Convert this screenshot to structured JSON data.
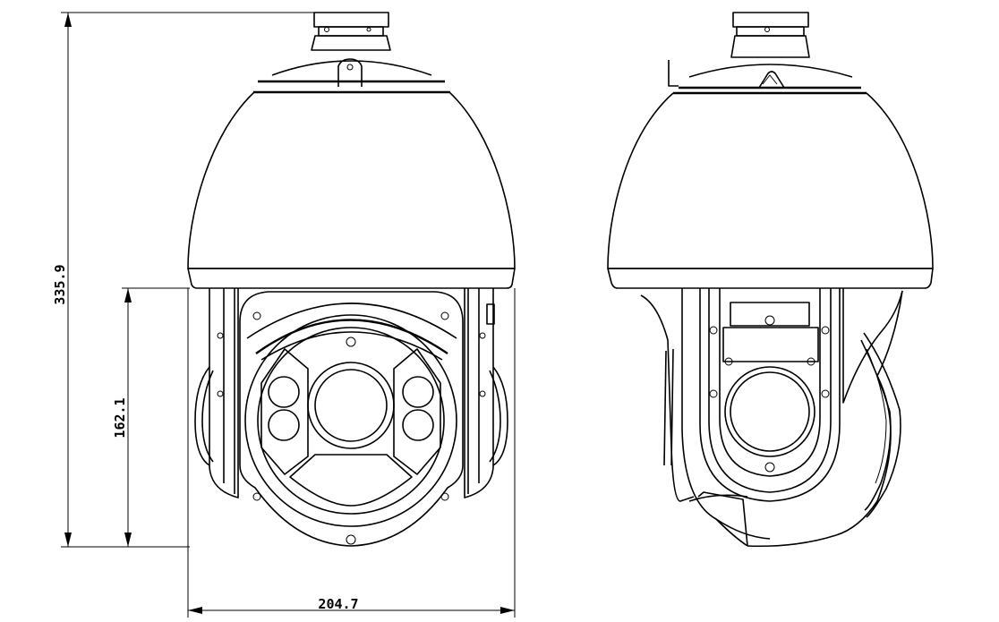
{
  "dimensions": {
    "total_height": "335.9",
    "lower_height": "162.1",
    "width": "204.7"
  },
  "views": [
    "front-view",
    "side-view"
  ],
  "colors": {
    "line": "#000000",
    "background": "#ffffff"
  }
}
